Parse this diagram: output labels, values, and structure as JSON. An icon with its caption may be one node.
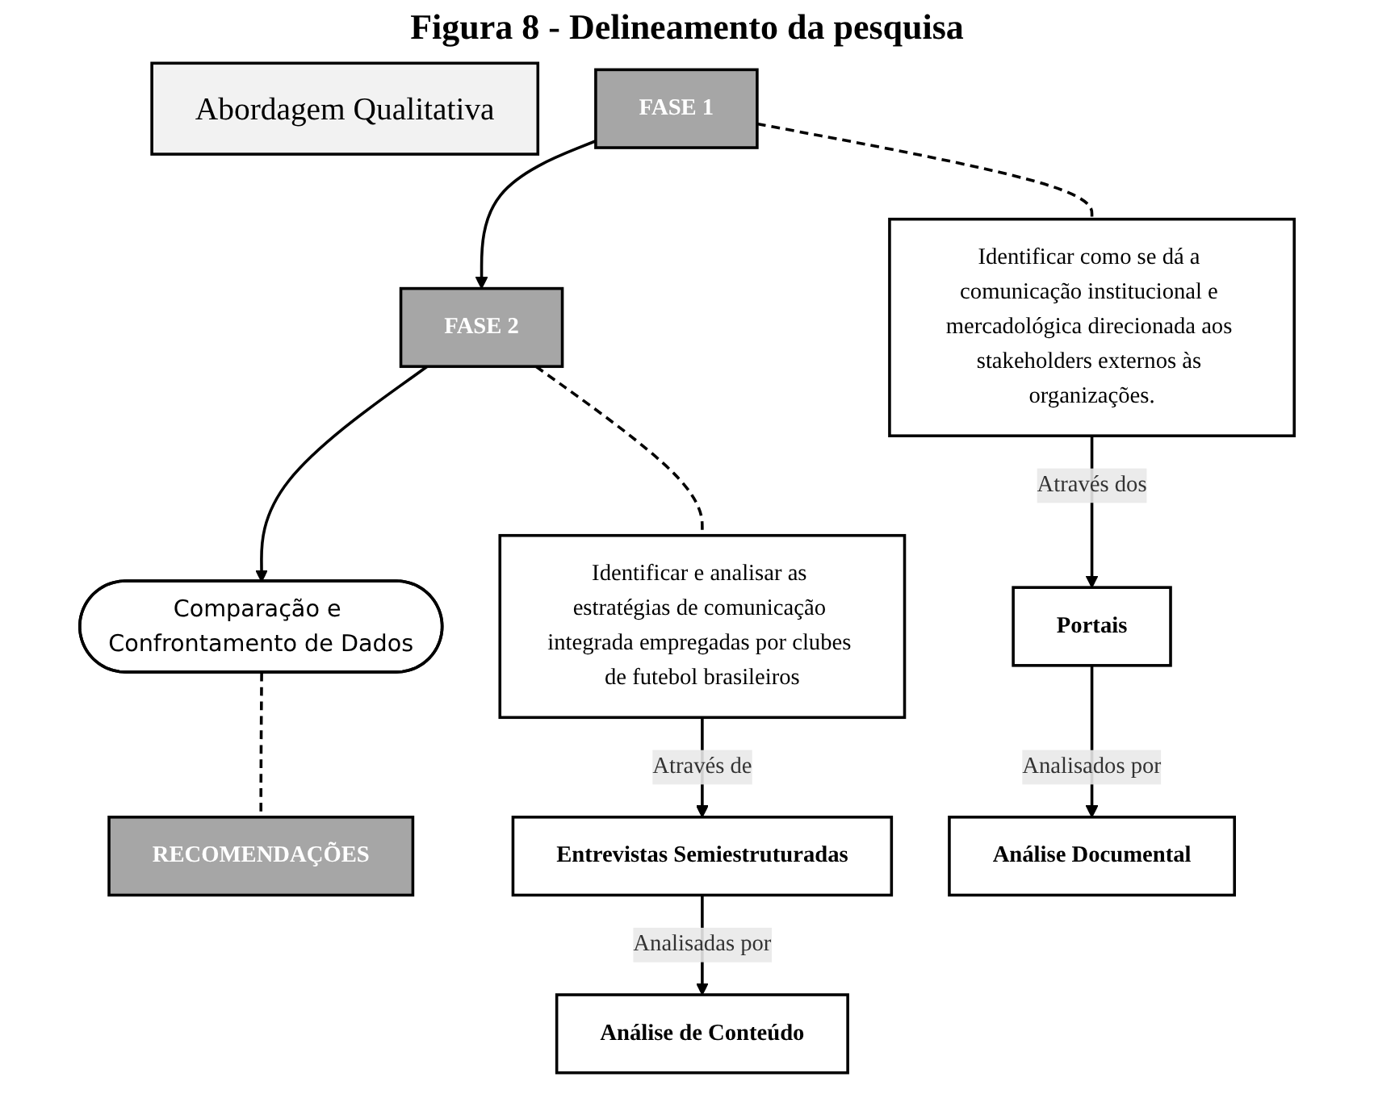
{
  "diagram": {
    "title": "Figura 8 - Delineamento da pesquisa",
    "nodes": [
      {
        "text": [
          "Abordagem Qualitativa"
        ]
      },
      {
        "text": [
          "FASE 1"
        ]
      },
      {
        "text": [
          "FASE 2"
        ]
      },
      {
        "text": [
          "Comparação e Confrontamento de Dados"
        ]
      },
      {
        "text": [
          "Identificar como se dá a comunicação institucional e mercadológica direcionada aos stakeholders externos às organizações."
        ]
      },
      {
        "text": [
          "Identificar e analisar as estratégias de comunicação integrada empregadas por clubes de futebol brasileiros"
        ]
      },
      {
        "text": [
          "RECOMENDAÇÕES"
        ]
      },
      {
        "text": [
          "Portais"
        ]
      },
      {
        "text": [
          "Entrevistas Semiestruturadas"
        ]
      },
      {
        "text": [
          "Análise Documental"
        ]
      },
      {
        "text": [
          "Análise de Conteúdo"
        ]
      }
    ],
    "edges": [
      {
        "from": 1,
        "to": 2,
        "arrow": "to"
      },
      {
        "from": 2,
        "to": 3,
        "arrow": "to"
      },
      {
        "from": 1,
        "to": 4,
        "arrow": "none",
        "style": "dashed"
      },
      {
        "from": 2,
        "to": 5,
        "arrow": "none",
        "style": "dashed"
      },
      {
        "from": 3,
        "to": 6,
        "arrow": "none",
        "style": "dashed"
      },
      {
        "from": 4,
        "to": 7,
        "arrow": "to",
        "label": "Através dos"
      },
      {
        "from": 5,
        "to": 8,
        "arrow": "to",
        "label": "Através de"
      },
      {
        "from": 7,
        "to": 9,
        "arrow": "to",
        "label": "Analisados por"
      },
      {
        "from": 8,
        "to": 10,
        "arrow": "to",
        "label": "Analisadas por"
      }
    ]
  }
}
